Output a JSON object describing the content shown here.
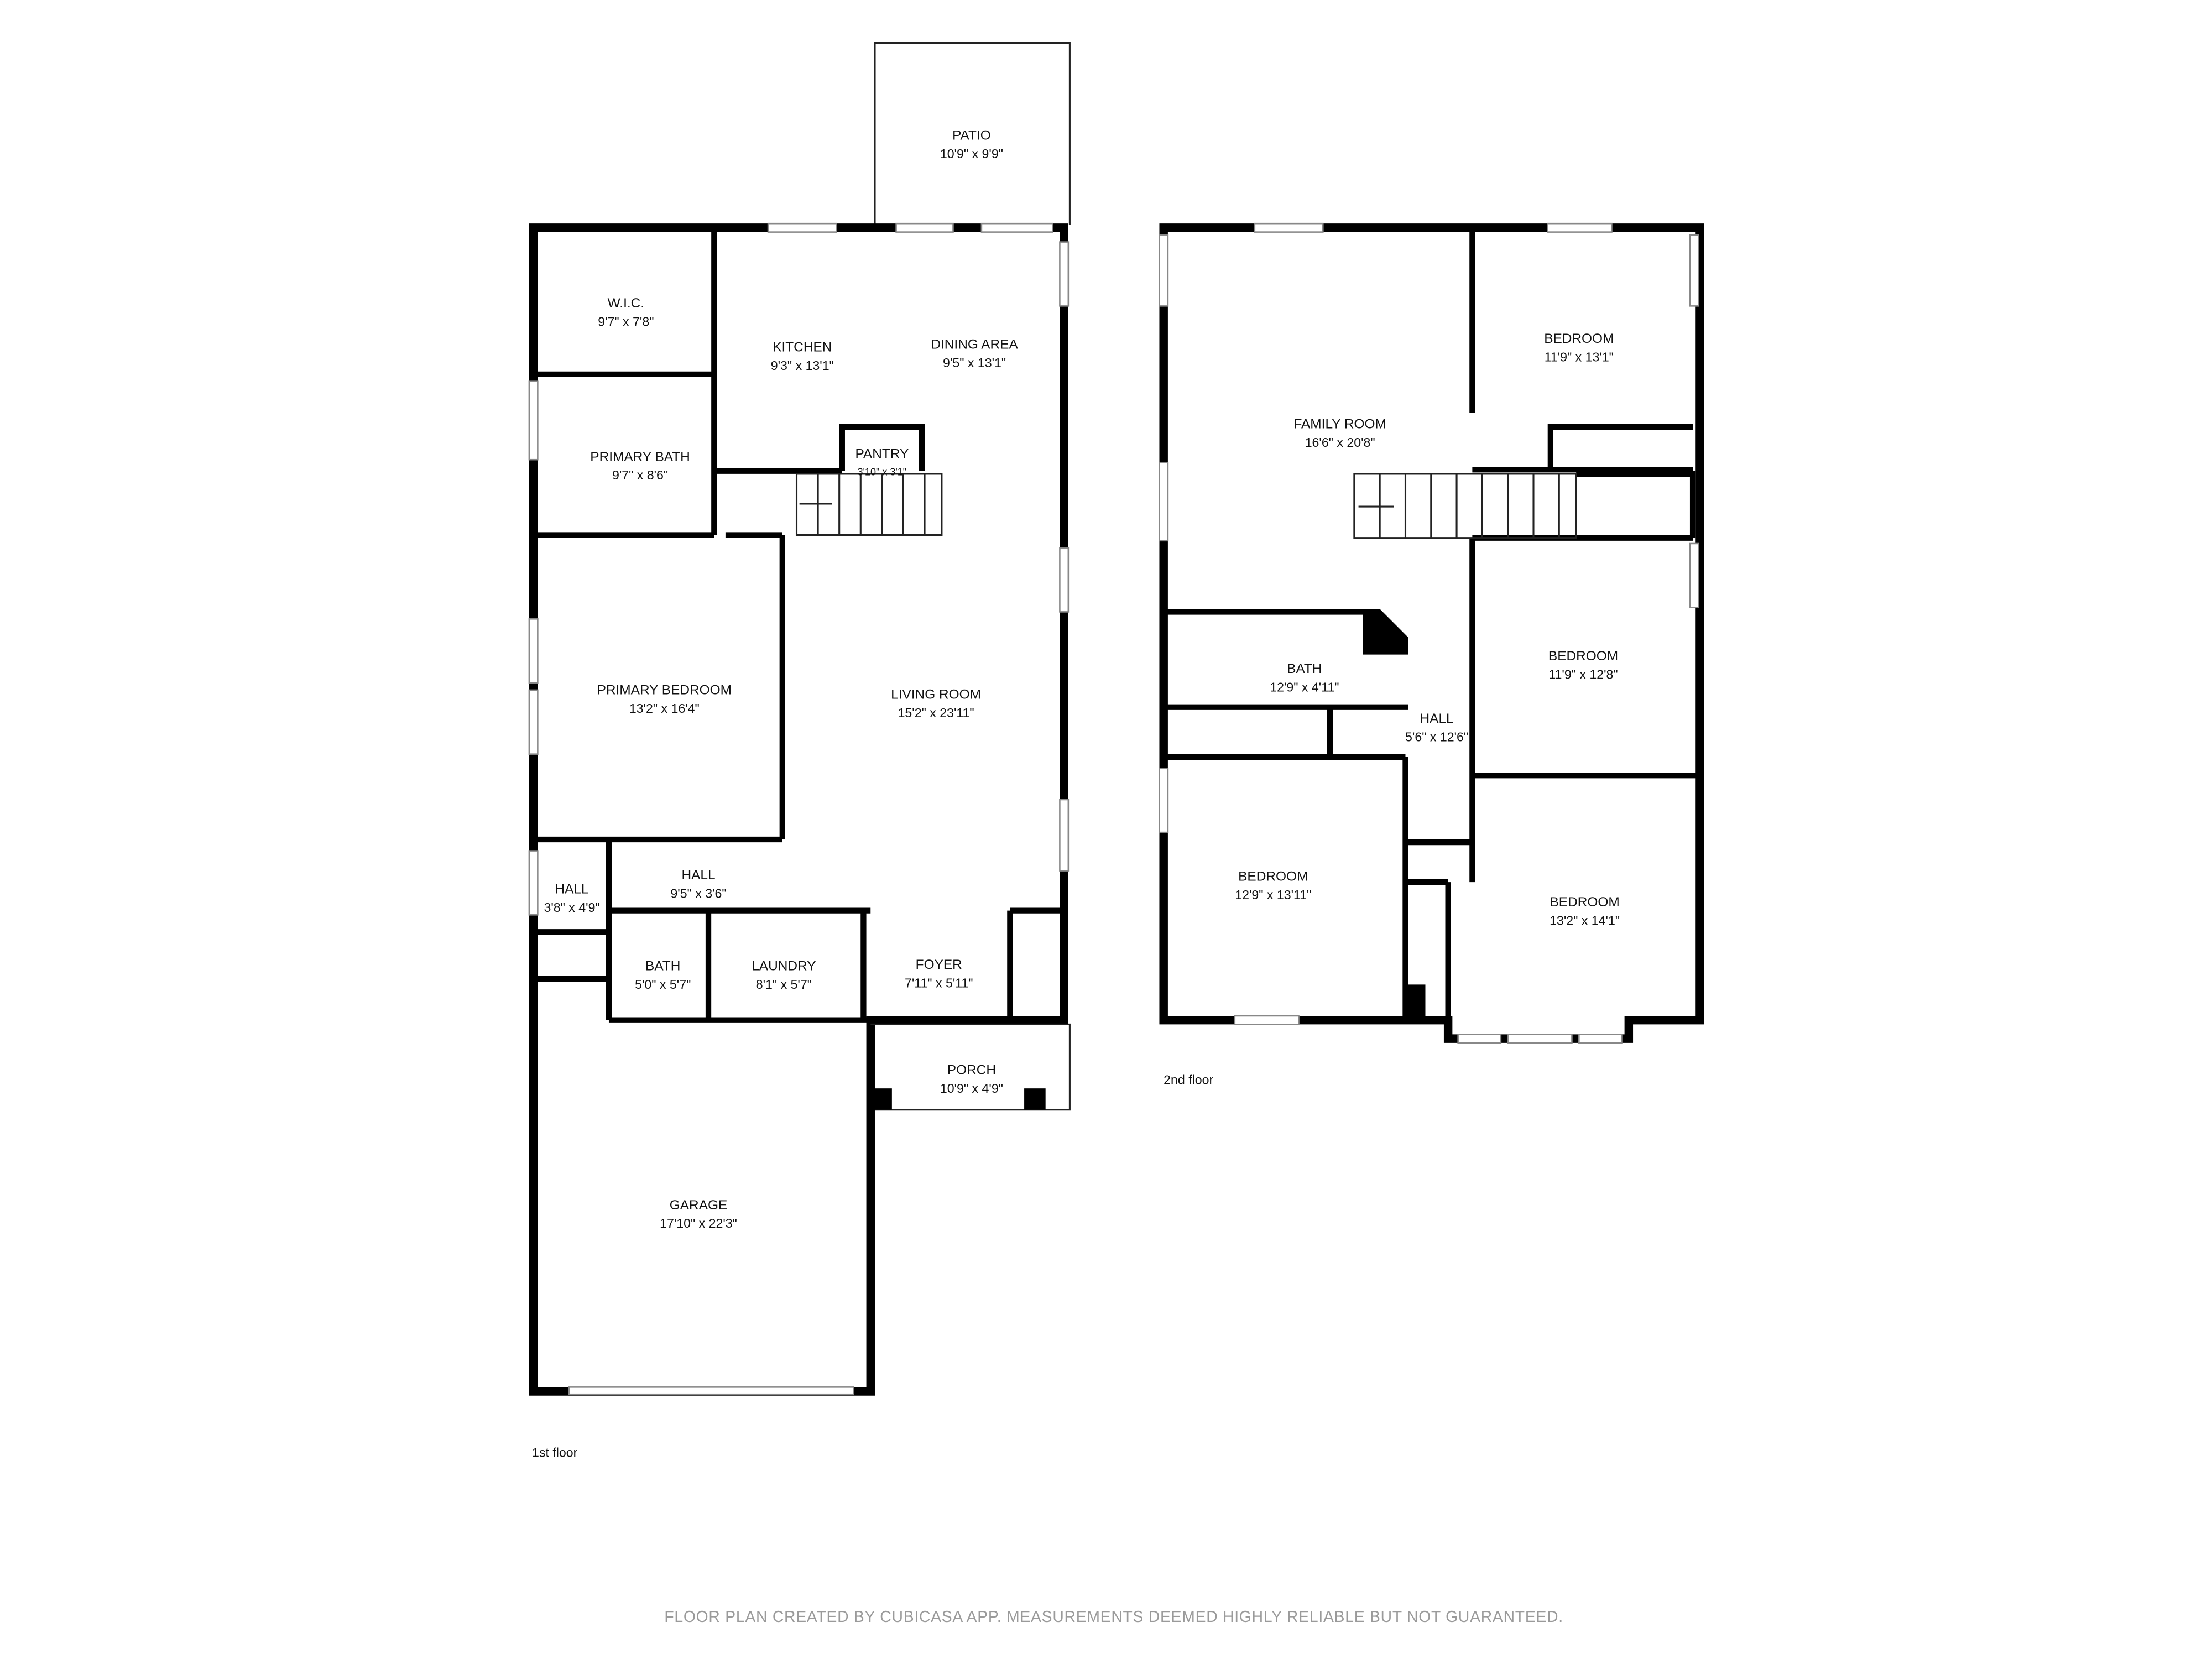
{
  "floors": [
    {
      "label": "1st floor",
      "rooms": [
        {
          "name": "PATIO",
          "dims": "10'9\" x 9'9\""
        },
        {
          "name": "W.I.C.",
          "dims": "9'7\" x 7'8\""
        },
        {
          "name": "KITCHEN",
          "dims": "9'3\" x 13'1\""
        },
        {
          "name": "DINING AREA",
          "dims": "9'5\" x 13'1\""
        },
        {
          "name": "PRIMARY BATH",
          "dims": "9'7\" x 8'6\""
        },
        {
          "name": "PANTRY",
          "dims": "3'10\" x 3'1\""
        },
        {
          "name": "PRIMARY BEDROOM",
          "dims": "13'2\" x 16'4\""
        },
        {
          "name": "LIVING ROOM",
          "dims": "15'2\" x 23'11\""
        },
        {
          "name": "HALL",
          "dims": "3'8\" x 4'9\""
        },
        {
          "name": "HALL",
          "dims": "9'5\" x 3'6\""
        },
        {
          "name": "BATH",
          "dims": "5'0\" x 5'7\""
        },
        {
          "name": "LAUNDRY",
          "dims": "8'1\" x 5'7\""
        },
        {
          "name": "FOYER",
          "dims": "7'11\" x 5'11\""
        },
        {
          "name": "PORCH",
          "dims": "10'9\" x 4'9\""
        },
        {
          "name": "GARAGE",
          "dims": "17'10\" x 22'3\""
        }
      ]
    },
    {
      "label": "2nd floor",
      "rooms": [
        {
          "name": "FAMILY ROOM",
          "dims": "16'6\" x 20'8\""
        },
        {
          "name": "BEDROOM",
          "dims": "11'9\" x 13'1\""
        },
        {
          "name": "BATH",
          "dims": "12'9\" x 4'11\""
        },
        {
          "name": "HALL",
          "dims": "5'6\" x 12'6\""
        },
        {
          "name": "BEDROOM",
          "dims": "11'9\" x 12'8\""
        },
        {
          "name": "BEDROOM",
          "dims": "12'9\" x 13'11\""
        },
        {
          "name": "BEDROOM",
          "dims": "13'2\" x 14'1\""
        }
      ]
    }
  ],
  "footer": "FLOOR PLAN CREATED BY CUBICASA APP. MEASUREMENTS DEEMED HIGHLY RELIABLE BUT NOT GUARANTEED."
}
